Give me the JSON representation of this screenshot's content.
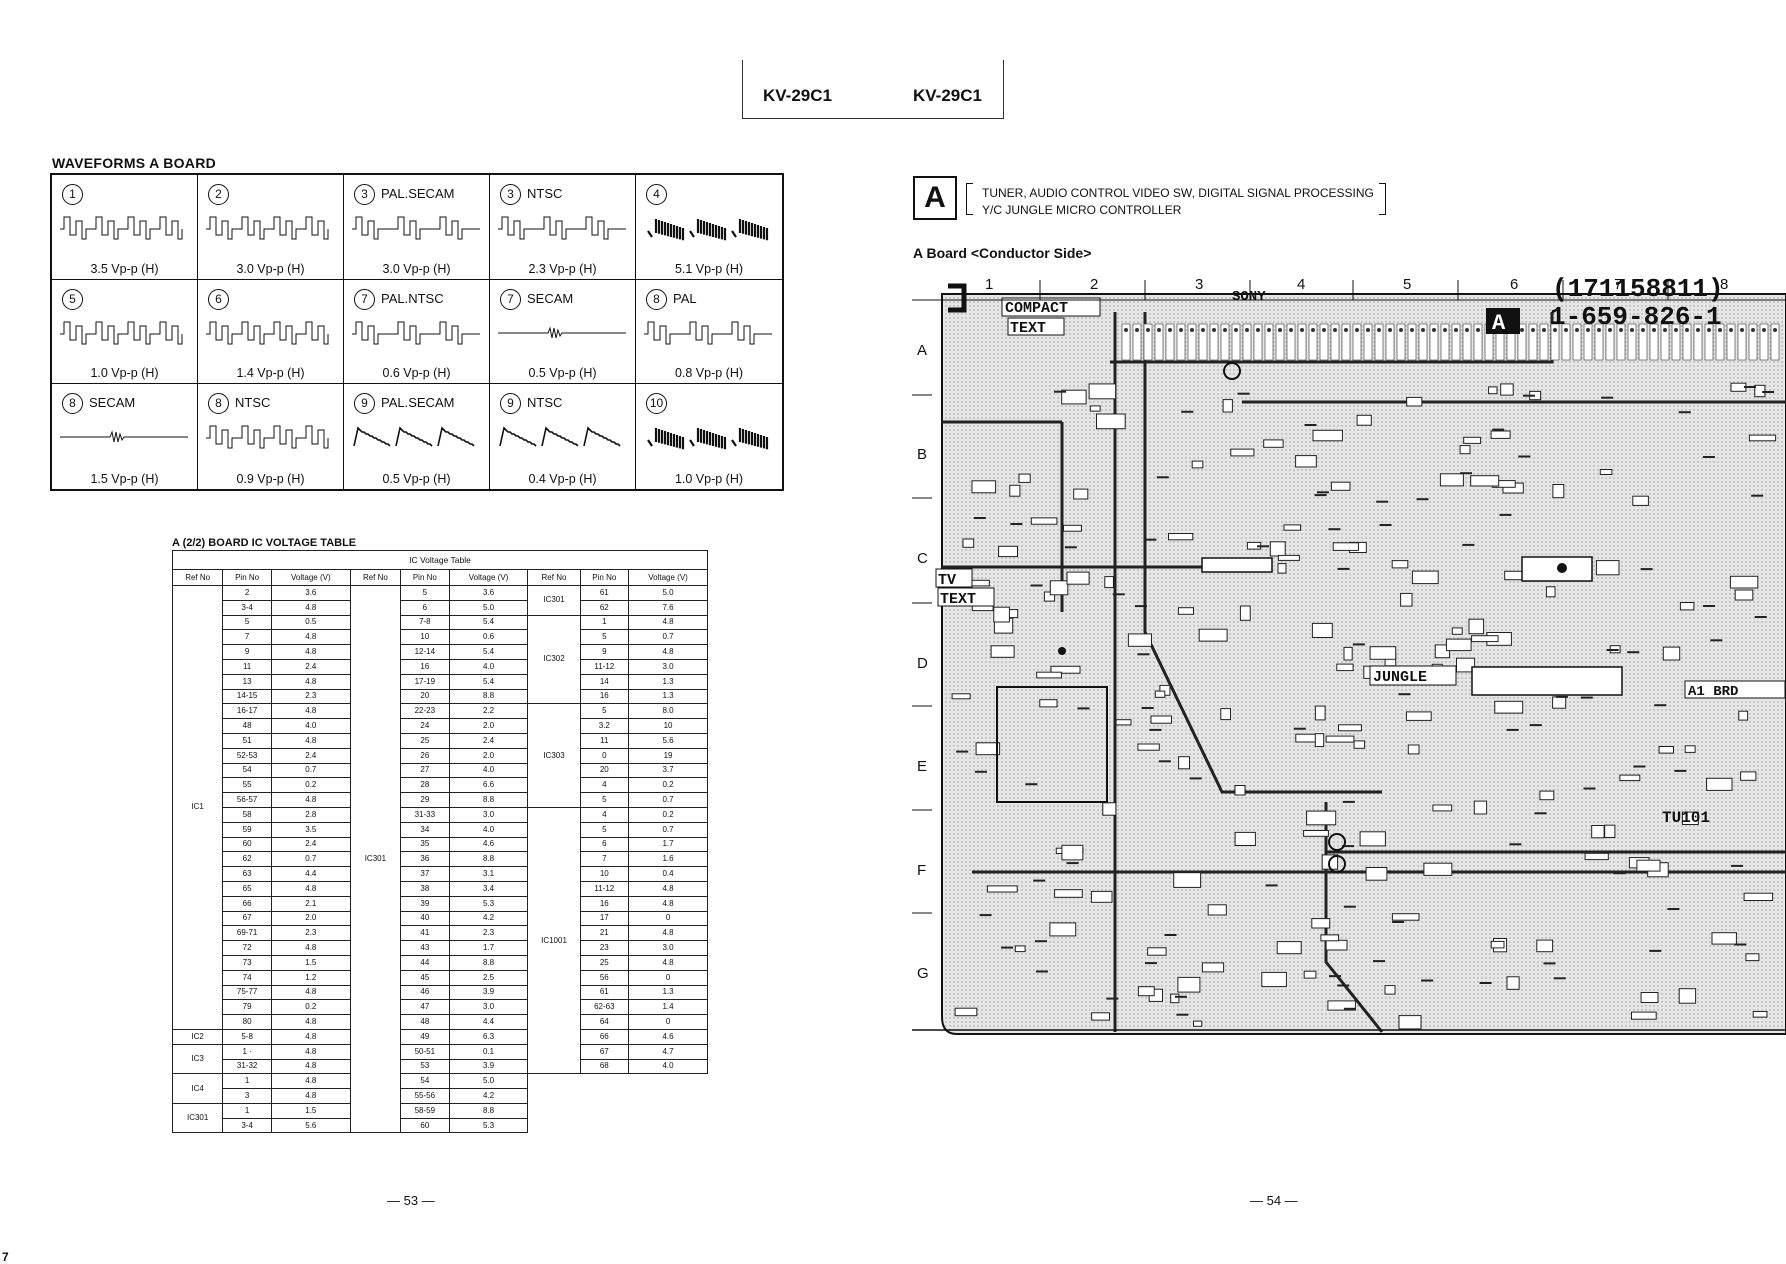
{
  "header": {
    "model_left": "KV-29C1",
    "model_right": "KV-29C1"
  },
  "waveforms": {
    "title": "WAVEFORMS  A  BOARD",
    "cells": [
      {
        "num": "1",
        "label": "",
        "amp": "3.5  Vp-p  (H)"
      },
      {
        "num": "2",
        "label": "",
        "amp": "3.0  Vp-p  (H)"
      },
      {
        "num": "3",
        "label": "PAL.SECAM",
        "amp": "3.0  Vp-p  (H)"
      },
      {
        "num": "3",
        "label": "NTSC",
        "amp": "2.3  Vp-p  (H)"
      },
      {
        "num": "4",
        "label": "",
        "amp": "5.1  Vp-p  (H)"
      },
      {
        "num": "5",
        "label": "",
        "amp": "1.0  Vp-p  (H)"
      },
      {
        "num": "6",
        "label": "",
        "amp": "1.4  Vp-p  (H)"
      },
      {
        "num": "7",
        "label": "PAL.NTSC",
        "amp": "0.6  Vp-p  (H)"
      },
      {
        "num": "7",
        "label": "SECAM",
        "amp": "0.5  Vp-p  (H)"
      },
      {
        "num": "8",
        "label": "PAL",
        "amp": "0.8  Vp-p  (H)"
      },
      {
        "num": "8",
        "label": "SECAM",
        "amp": "1.5  Vp-p  (H)"
      },
      {
        "num": "8",
        "label": "NTSC",
        "amp": "0.9  Vp-p  (H)"
      },
      {
        "num": "9",
        "label": "PAL.SECAM",
        "amp": "0.5  Vp-p  (H)"
      },
      {
        "num": "9",
        "label": "NTSC",
        "amp": "0.4  Vp-p  (H)"
      },
      {
        "num": "10",
        "label": "",
        "amp": "1.0  Vp-p  (H)"
      }
    ]
  },
  "ic_table": {
    "title": "A (2/2) BOARD IC VOLTAGE TABLE",
    "caption": "IC Voltage Table",
    "headers": [
      "Ref No",
      "Pin No",
      "Voltage (V)"
    ],
    "col1": [
      {
        "ref": "IC1",
        "rows": [
          [
            "2",
            "3.6"
          ],
          [
            "3-4",
            "4.8"
          ],
          [
            "5",
            "0.5"
          ],
          [
            "7",
            "4.8"
          ],
          [
            "9",
            "4.8"
          ],
          [
            "11",
            "2.4"
          ],
          [
            "13",
            "4.8"
          ],
          [
            "14-15",
            "2.3"
          ],
          [
            "16-17",
            "4.8"
          ],
          [
            "48",
            "4.0"
          ],
          [
            "51",
            "4.8"
          ],
          [
            "52-53",
            "2.4"
          ],
          [
            "54",
            "0.7"
          ],
          [
            "55",
            "0.2"
          ],
          [
            "56-57",
            "4.8"
          ],
          [
            "58",
            "2.8"
          ],
          [
            "59",
            "3.5"
          ],
          [
            "60",
            "2.4"
          ],
          [
            "62",
            "0.7"
          ],
          [
            "63",
            "4.4"
          ],
          [
            "65",
            "4.8"
          ],
          [
            "66",
            "2.1"
          ],
          [
            "67",
            "2.0"
          ],
          [
            "69-71",
            "2.3"
          ],
          [
            "72",
            "4.8"
          ],
          [
            "73",
            "1.5"
          ],
          [
            "74",
            "1.2"
          ],
          [
            "75-77",
            "4.8"
          ],
          [
            "79",
            "0.2"
          ],
          [
            "80",
            "4.8"
          ]
        ]
      },
      {
        "ref": "IC2",
        "rows": [
          [
            "5-8",
            "4.8"
          ]
        ]
      },
      {
        "ref": "IC3",
        "rows": [
          [
            "1 ·",
            "4.8"
          ],
          [
            "31-32",
            "4.8"
          ]
        ]
      },
      {
        "ref": "IC4",
        "rows": [
          [
            "1",
            "4.8"
          ],
          [
            "3",
            "4.8"
          ]
        ]
      },
      {
        "ref": "IC301",
        "rows": [
          [
            "1",
            "1.5"
          ],
          [
            "3-4",
            "5.6"
          ]
        ]
      }
    ],
    "col2": [
      {
        "ref": "IC301",
        "rows": [
          [
            "5",
            "3.6"
          ],
          [
            "6",
            "5.0"
          ],
          [
            "7-8",
            "5.4"
          ],
          [
            "10",
            "0.6"
          ],
          [
            "12-14",
            "5.4"
          ],
          [
            "16",
            "4.0"
          ],
          [
            "17-19",
            "5.4"
          ],
          [
            "20",
            "8.8"
          ],
          [
            "22-23",
            "2.2"
          ],
          [
            "24",
            "2.0"
          ],
          [
            "25",
            "2.4"
          ],
          [
            "26",
            "2.0"
          ],
          [
            "27",
            "4.0"
          ],
          [
            "28",
            "6.6"
          ],
          [
            "29",
            "8.8"
          ],
          [
            "31-33",
            "3.0"
          ],
          [
            "34",
            "4.0"
          ],
          [
            "35",
            "4.6"
          ],
          [
            "36",
            "8.8"
          ],
          [
            "37",
            "3.1"
          ],
          [
            "38",
            "3.4"
          ],
          [
            "39",
            "5.3"
          ],
          [
            "40",
            "4.2"
          ],
          [
            "41",
            "2.3"
          ],
          [
            "43",
            "1.7"
          ],
          [
            "44",
            "8.8"
          ],
          [
            "45",
            "2.5"
          ],
          [
            "46",
            "3.9"
          ],
          [
            "47",
            "3.0"
          ],
          [
            "48",
            "4.4"
          ],
          [
            "49",
            "6.3"
          ],
          [
            "50-51",
            "0.1"
          ],
          [
            "53",
            "3.9"
          ],
          [
            "54",
            "5.0"
          ],
          [
            "55-56",
            "4.2"
          ],
          [
            "58-59",
            "8.8"
          ],
          [
            "60",
            "5.3"
          ]
        ]
      }
    ],
    "col3": [
      {
        "ref": "IC301",
        "rows": [
          [
            "61",
            "5.0"
          ],
          [
            "62",
            "7.6"
          ]
        ]
      },
      {
        "ref": "IC302",
        "rows": [
          [
            "1",
            "4.8"
          ],
          [
            "5",
            "0.7"
          ],
          [
            "9",
            "4.8"
          ],
          [
            "11-12",
            "3.0"
          ],
          [
            "14",
            "1.3"
          ],
          [
            "16",
            "1.3"
          ]
        ]
      },
      {
        "ref": "IC303",
        "rows": [
          [
            "5",
            "8.0"
          ],
          [
            "3.2",
            "10"
          ],
          [
            "11",
            "5.6"
          ],
          [
            "0",
            "19"
          ],
          [
            "20",
            "3.7"
          ],
          [
            "4",
            "0.2"
          ],
          [
            "5",
            "0.7"
          ]
        ]
      },
      {
        "ref": "IC1001",
        "rows": [
          [
            "4",
            "0.2"
          ],
          [
            "5",
            "0.7"
          ],
          [
            "6",
            "1.7"
          ],
          [
            "7",
            "1.6"
          ],
          [
            "10",
            "0.4"
          ],
          [
            "11-12",
            "4.8"
          ],
          [
            "16",
            "4.8"
          ],
          [
            "17",
            "0"
          ],
          [
            "21",
            "4.8"
          ],
          [
            "23",
            "3.0"
          ],
          [
            "25",
            "4.8"
          ],
          [
            "56",
            "0"
          ],
          [
            "61",
            "1.3"
          ],
          [
            "62-63",
            "1.4"
          ],
          [
            "64",
            "0"
          ],
          [
            "66",
            "4.6"
          ],
          [
            "67",
            "4.7"
          ],
          [
            "68",
            "4.0"
          ]
        ]
      }
    ]
  },
  "page_left": "— 53 —",
  "page_right": "— 54 —",
  "board": {
    "letter": "A",
    "desc_line1": "TUNER, AUDIO CONTROL VIDEO SW, DIGITAL SIGNAL PROCESSING",
    "desc_line2": "Y/C JUNGLE MICRO CONTROLLER",
    "title": "A Board <Conductor Side>",
    "cols": [
      "1",
      "2",
      "3",
      "4",
      "5",
      "6",
      "7",
      "8"
    ],
    "rows": [
      "A",
      "B",
      "C",
      "D",
      "E",
      "F",
      "G"
    ],
    "part_number": "(171158811)",
    "board_number": "1-659-826-1",
    "brand": "SONY",
    "labels": [
      "COMPACT",
      "TEXT",
      "TV",
      "TEXT",
      "JUNGLE",
      "TU101",
      "A1 BRD"
    ]
  },
  "edge_mark": "7"
}
